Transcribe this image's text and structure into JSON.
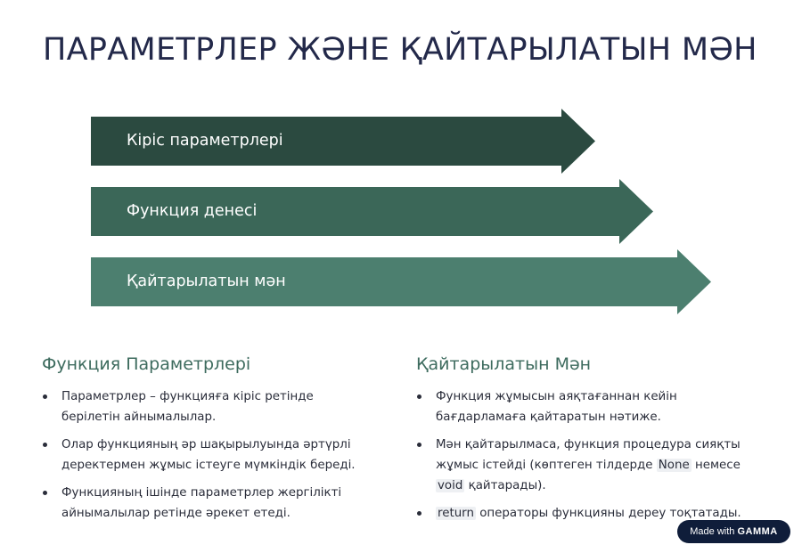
{
  "title": "ПАРАМЕТРЛЕР ЖӘНЕ ҚАЙТАРЫЛАТЫН МӘН",
  "arrows": [
    {
      "label": "Кіріс параметрлері",
      "color": "#2b4a40"
    },
    {
      "label": "Функция денесі",
      "color": "#3b6758"
    },
    {
      "label": "Қайтарылатын мән",
      "color": "#4c7f6f"
    }
  ],
  "left": {
    "heading": "Функция Параметрлері",
    "items": [
      "Параметрлер – функцияға кіріс ретінде берілетін айнымалылар.",
      "Олар функцияның әр шақырылуында әртүрлі деректермен жұмыс істеуге мүмкіндік береді.",
      "Функцияның ішінде параметрлер жергілікті айнымалылар ретінде әрекет етеді."
    ]
  },
  "right": {
    "heading": "Қайтарылатын Мән",
    "item1": "Функция жұмысын аяқтағаннан кейін бағдарламаға қайтаратын нәтиже.",
    "item2_a": "Мән қайтарылмаса, функция процедура сияқты жұмыс істейді (көптеген тілдерде ",
    "item2_code1": "None",
    "item2_b": " немесе ",
    "item2_code2": "void",
    "item2_c": " қайтарады).",
    "item3_code": "return",
    "item3_text": " операторы функцияны дереу тоқтатады."
  },
  "badge": {
    "prefix": "Made with",
    "brand": "GAMMA"
  }
}
